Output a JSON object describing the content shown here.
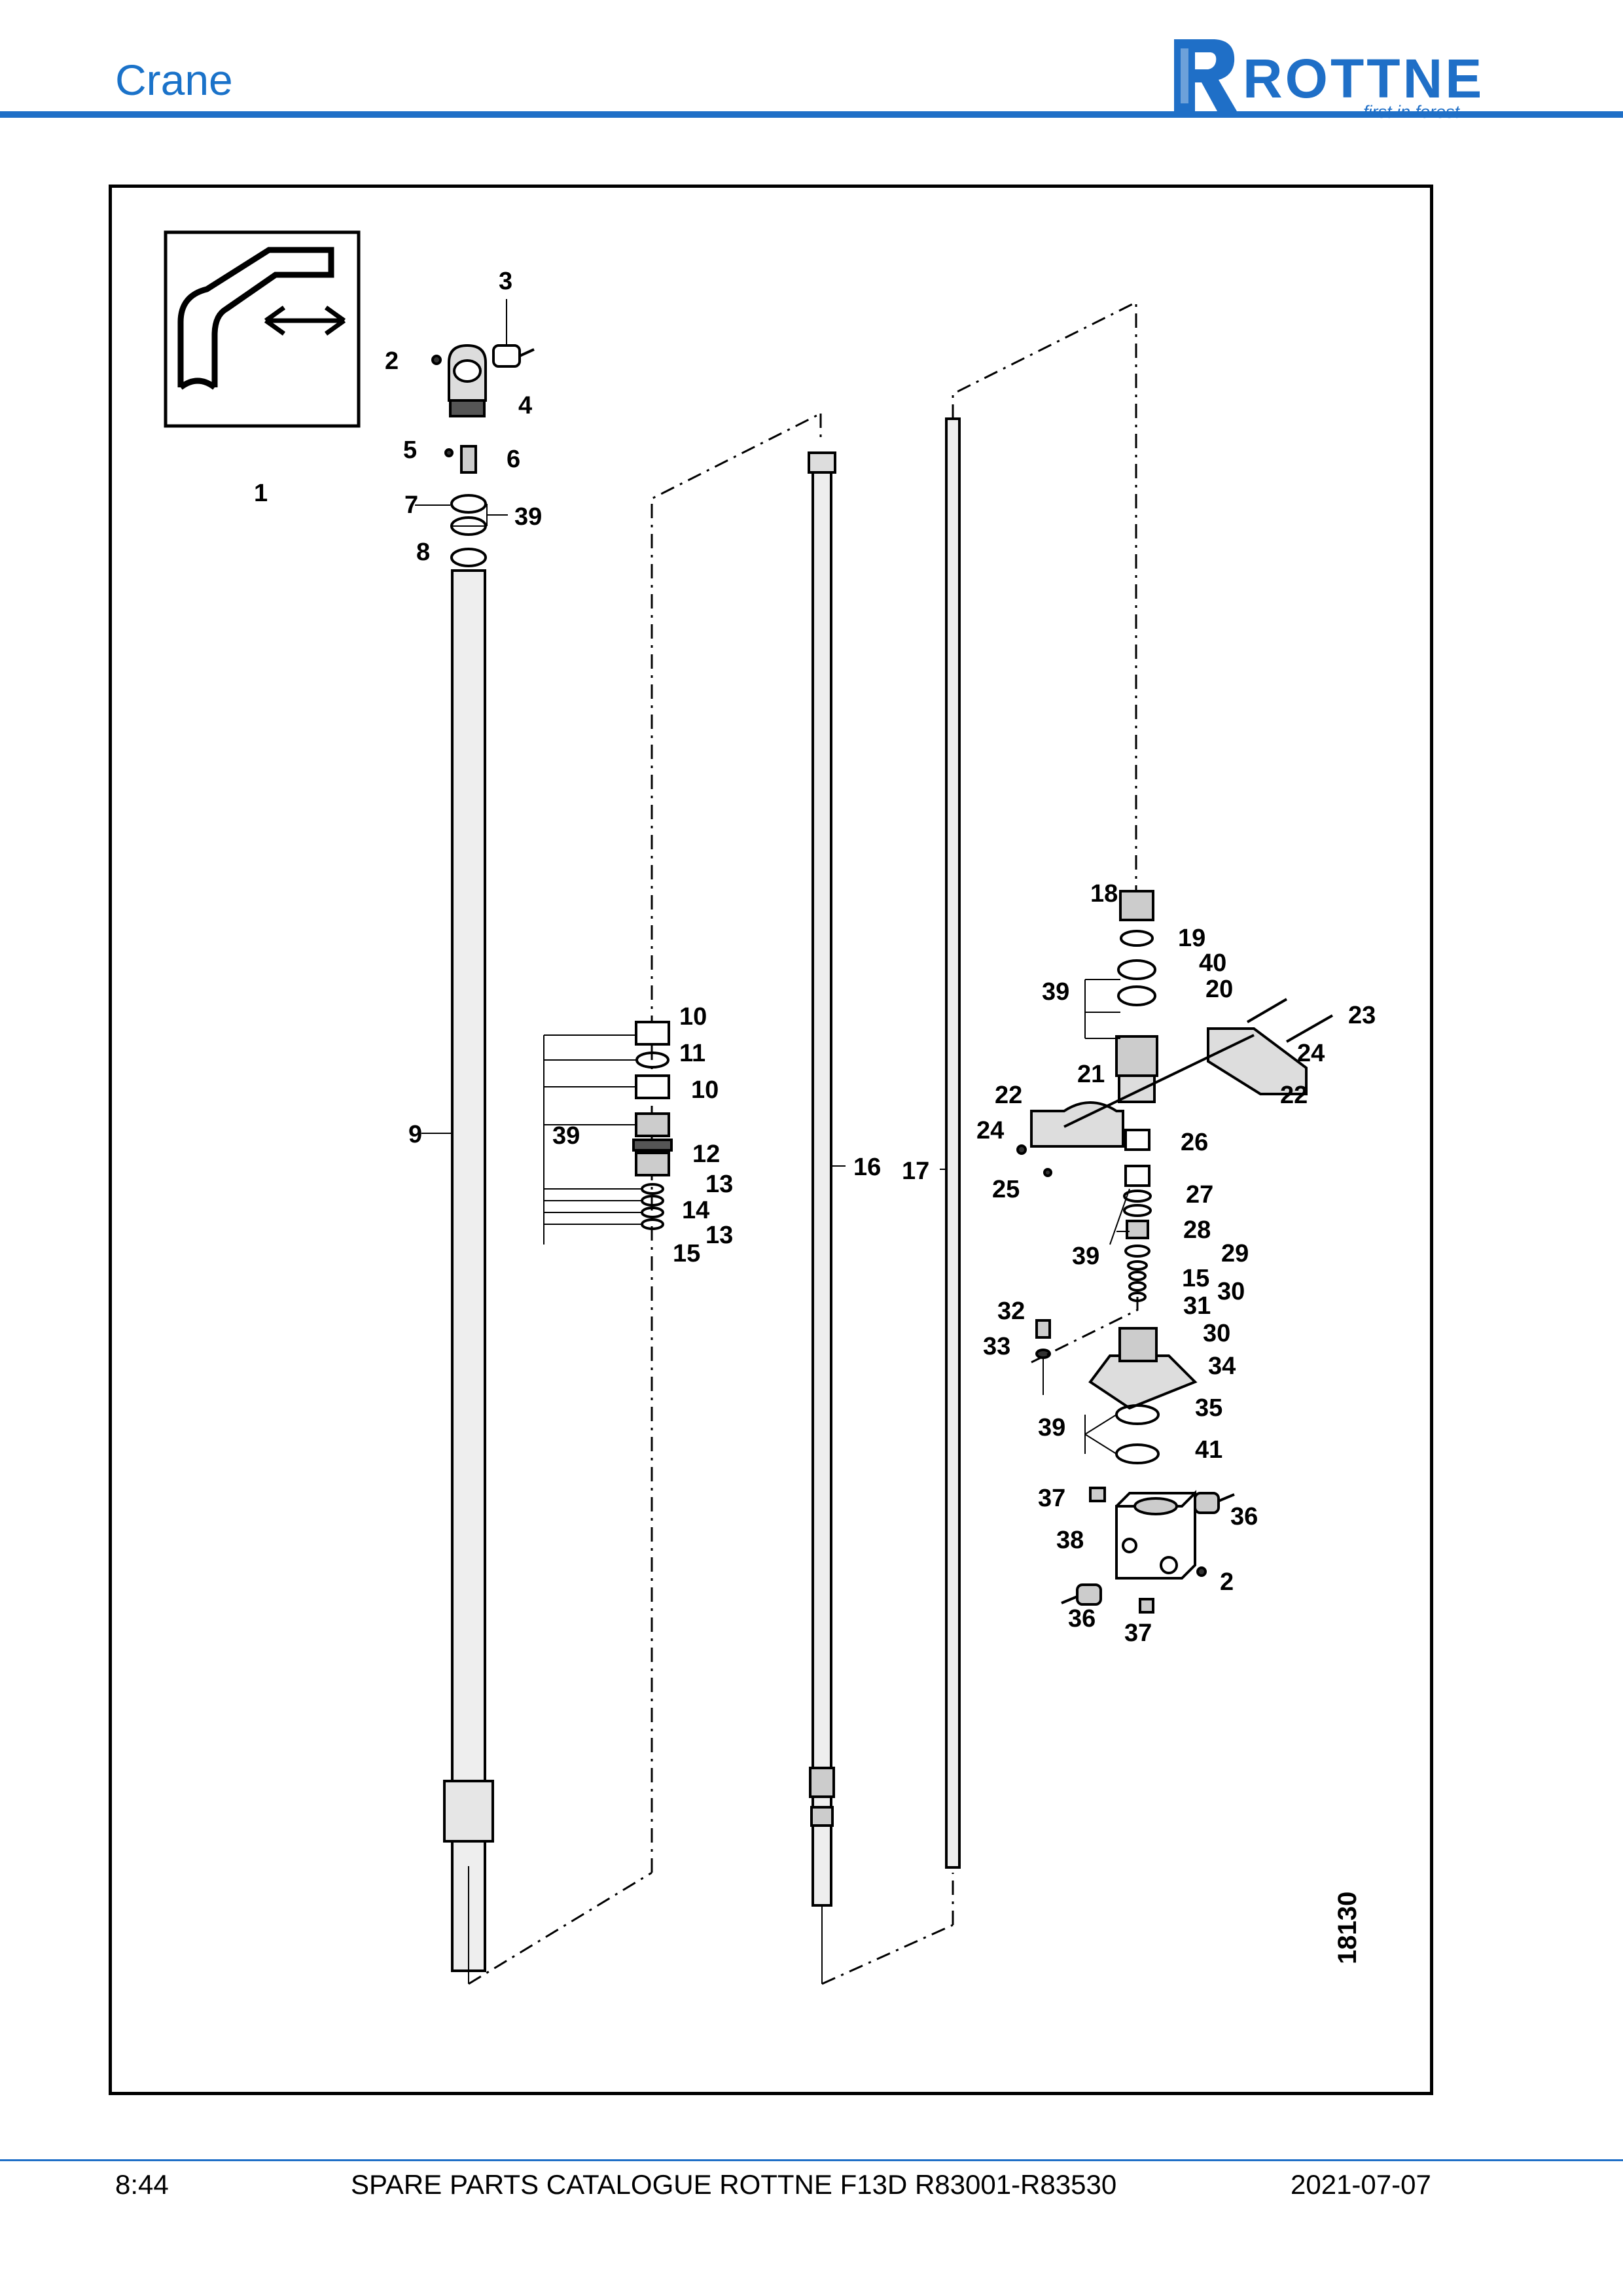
{
  "header": {
    "title": "Crane",
    "logo": {
      "brand": "ROTTNE",
      "tagline": "first in forest",
      "color": "#1f6fc7"
    }
  },
  "accent_color": "#1f6fc7",
  "drawing": {
    "number": "18130",
    "inset_icon": "crane-boom-extension-arrow-icon",
    "callouts": {
      "c1": "1",
      "c2a": "2",
      "c2b": "2",
      "c3": "3",
      "c4": "4",
      "c5": "5",
      "c6": "6",
      "c7": "7",
      "c8": "8",
      "c9": "9",
      "c39a": "39",
      "c39b": "39",
      "c39c": "39",
      "c39d": "39",
      "c39e": "39",
      "c10a": "10",
      "c10b": "10",
      "c11": "11",
      "c12": "12",
      "c13a": "13",
      "c13b": "13",
      "c14": "14",
      "c15a": "15",
      "c15b": "15",
      "c16": "16",
      "c17": "17",
      "c18": "18",
      "c19": "19",
      "c20": "20",
      "c21": "21",
      "c22a": "22",
      "c22b": "22",
      "c23": "23",
      "c24a": "24",
      "c24b": "24",
      "c25": "25",
      "c26": "26",
      "c27": "27",
      "c28": "28",
      "c29": "29",
      "c30a": "30",
      "c30b": "30",
      "c31": "31",
      "c32": "32",
      "c33": "33",
      "c34": "34",
      "c35": "35",
      "c36a": "36",
      "c36b": "36",
      "c37a": "37",
      "c37b": "37",
      "c38": "38",
      "c40": "40",
      "c41": "41"
    }
  },
  "footer": {
    "page": "8:44",
    "catalogue": "SPARE PARTS CATALOGUE ROTTNE F13D R83001-R83530",
    "date": "2021-07-07"
  }
}
